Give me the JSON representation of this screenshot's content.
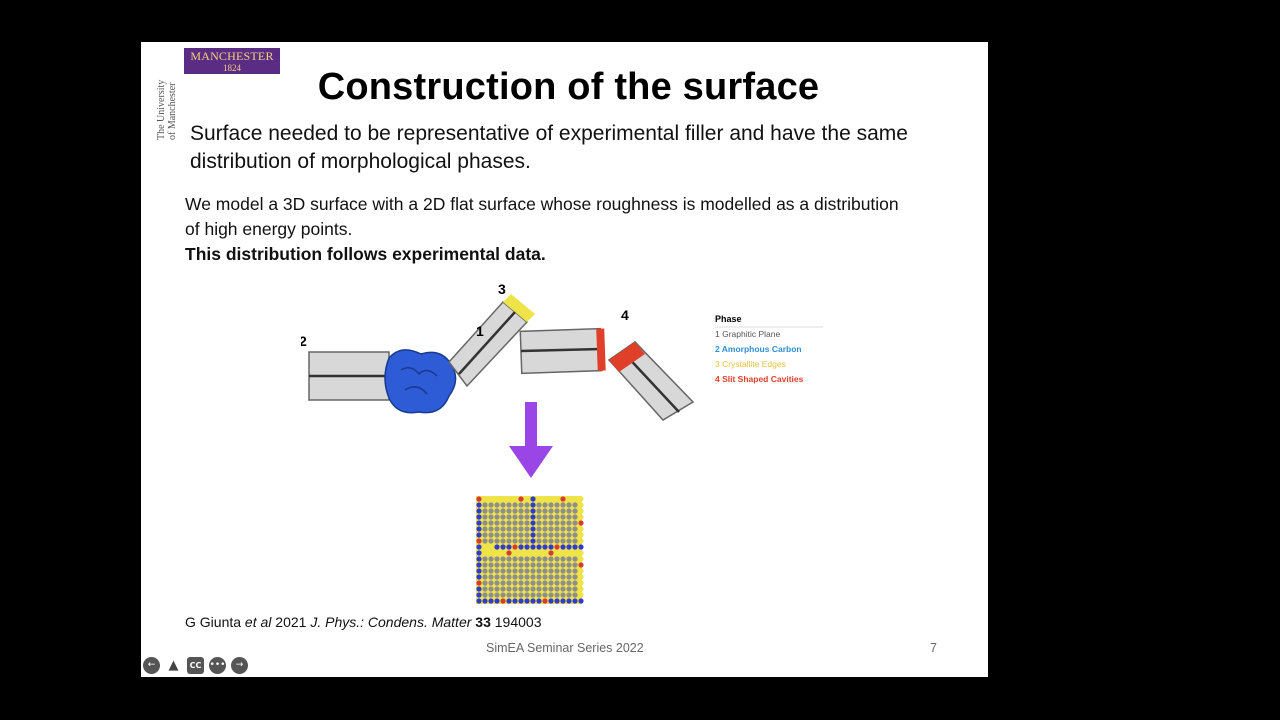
{
  "logo": {
    "name_line1": "MANCHESTER",
    "name_line2": "1824",
    "vertical_line1": "The University",
    "vertical_line2": "of Manchester"
  },
  "slide": {
    "title": "Construction of the surface",
    "subtitle": "Surface needed to be representative of experimental filler and have the same distribution of morphological phases.",
    "body_line1": "We model a 3D surface with a 2D flat surface whose roughness is modelled as a distribution of high energy points.",
    "body_bold": "This distribution follows experimental data.",
    "footer": "SimEA Seminar Series 2022",
    "page_number": "7"
  },
  "figure": {
    "labels": [
      "1",
      "2",
      "3",
      "4"
    ],
    "legend_title": "Phase",
    "legend_items": [
      {
        "text": "1 Graphitic Plane",
        "color": "#555555"
      },
      {
        "text": "2 Amorphous Carbon",
        "color": "#2e8fd6"
      },
      {
        "text": "3 Crystallite Edges",
        "color": "#e8c23a"
      },
      {
        "text": "4 Slit Shaped Cavities",
        "color": "#e0402a"
      }
    ]
  },
  "citation": {
    "authors": "G Giunta ",
    "etal": "et al",
    "year": " 2021 ",
    "journal": "J. Phys.: Condens. Matter",
    "volume": "33",
    "article": " 194003"
  },
  "controls": {
    "prev": "←",
    "notes": "▲",
    "cc": "CC",
    "more": "•••",
    "next": "→"
  },
  "colors": {
    "purple_logo": "#5b2c83",
    "arrow": "#9a45e6",
    "amorphous": "#2e5bd6",
    "edge_yellow": "#efe34a",
    "cavity_red": "#e0402a"
  }
}
